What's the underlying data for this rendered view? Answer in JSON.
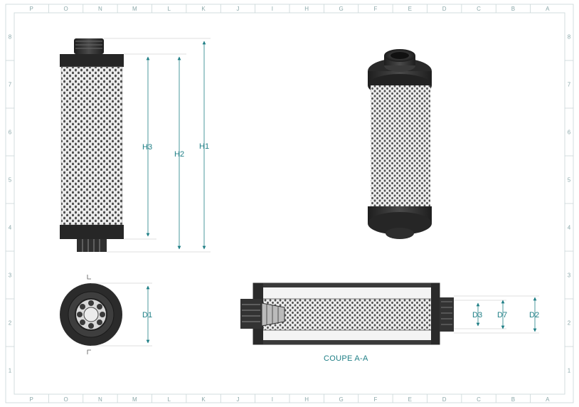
{
  "grid": {
    "columns": [
      "P",
      "O",
      "N",
      "M",
      "L",
      "K",
      "J",
      "I",
      "H",
      "G",
      "F",
      "E",
      "D",
      "C",
      "B",
      "A"
    ],
    "rows": [
      "8",
      "7",
      "6",
      "5",
      "4",
      "3",
      "2",
      "1"
    ]
  },
  "dimensions": {
    "h1": "H1",
    "h2": "H2",
    "h3": "H3",
    "d1": "D1",
    "d2": "D2",
    "d3": "D3",
    "d7": "D7"
  },
  "section_caption": "COUPE A-A",
  "colors": {
    "dimension": "#1f7f86",
    "frame": "#b9cccd",
    "body_dark": "#2b2b2b",
    "mesh": "#e9e9e9"
  }
}
